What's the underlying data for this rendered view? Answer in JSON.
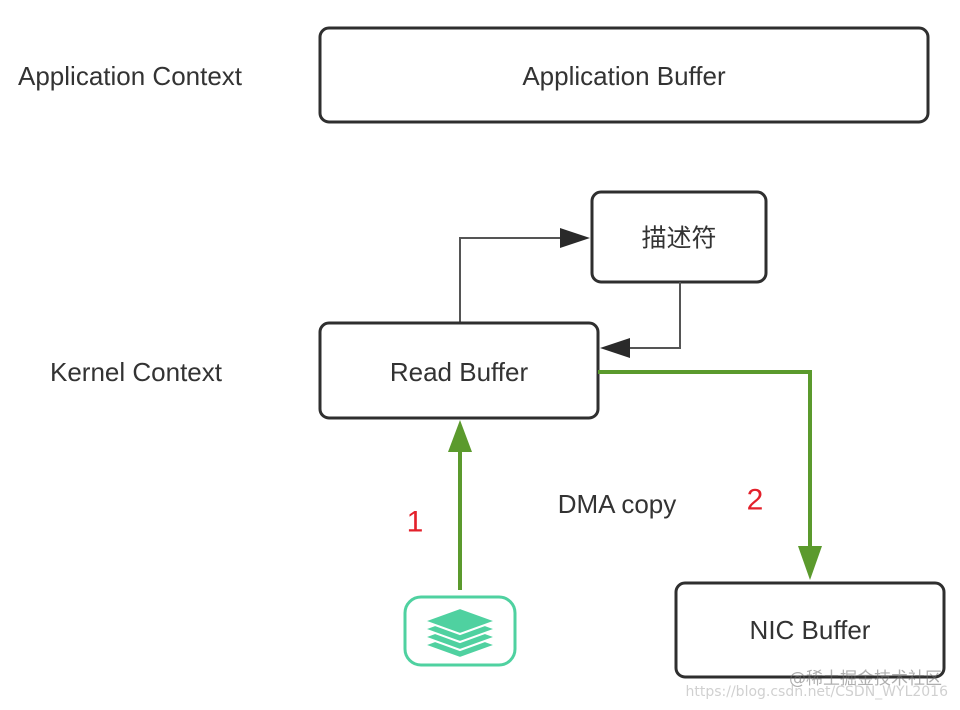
{
  "diagram": {
    "contexts": {
      "application": "Application Context",
      "kernel": "Kernel Context"
    },
    "boxes": {
      "application_buffer": "Application Buffer",
      "descriptor": "描述符",
      "read_buffer": "Read Buffer",
      "nic_buffer": "NIC Buffer"
    },
    "annotations": {
      "dma_copy": "DMA copy",
      "step_1": "1",
      "step_2": "2"
    },
    "icons": {
      "disk": "disk-stack-icon"
    },
    "watermarks": {
      "juejin": "@稀土掘金技术社区",
      "csdn": "https://blog.csdn.net/CSDN_WYL2016"
    }
  },
  "colors": {
    "box_stroke": "#2f2f2f",
    "gray_arrow": "#555555",
    "green_arrow": "#5b9a2d",
    "step_number": "#e3212b",
    "icon": "#4fd1a0",
    "text": "#333333"
  }
}
